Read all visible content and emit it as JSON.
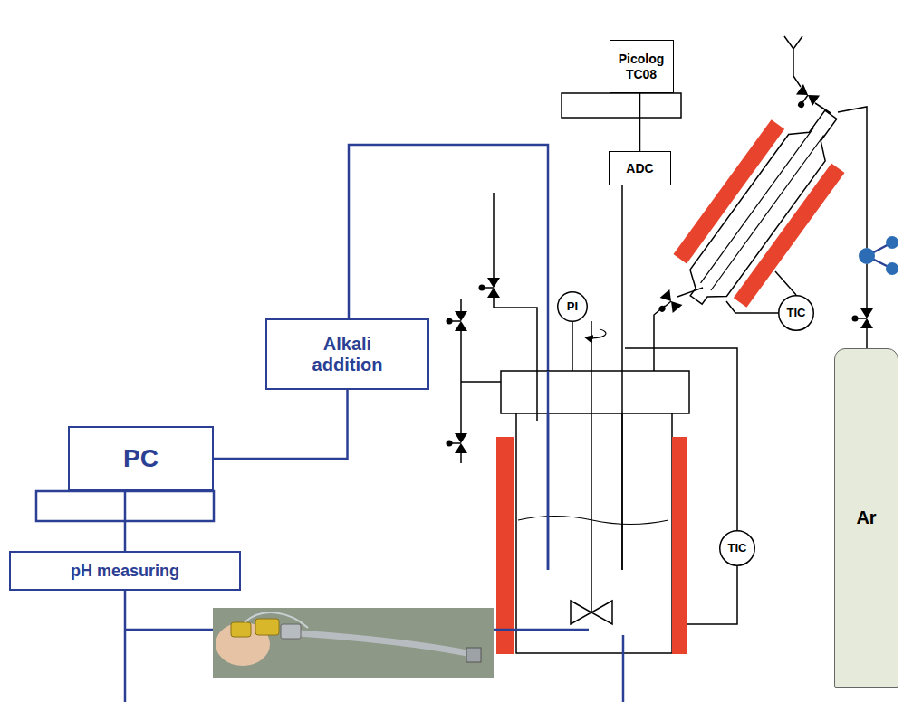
{
  "diagram": {
    "nodes": [
      {
        "text": [
          "Picolog TC08"
        ]
      },
      {
        "text": [
          "ADC"
        ]
      },
      {
        "text": [
          "PI"
        ]
      },
      {
        "text": [
          "TIC"
        ]
      },
      {
        "text": [
          "Alkali addition"
        ]
      },
      {
        "text": [
          "PC"
        ]
      },
      {
        "text": [
          "pH measuring"
        ]
      },
      {
        "text": [
          "TIC"
        ]
      },
      {
        "text": [
          "Ar"
        ]
      }
    ],
    "edges": [
      {
        "from": 1,
        "to": 0,
        "arrow": "none"
      },
      {
        "from": 4,
        "to": 5,
        "arrow": "none"
      },
      {
        "from": 5,
        "to": 6,
        "arrow": "none"
      }
    ]
  }
}
